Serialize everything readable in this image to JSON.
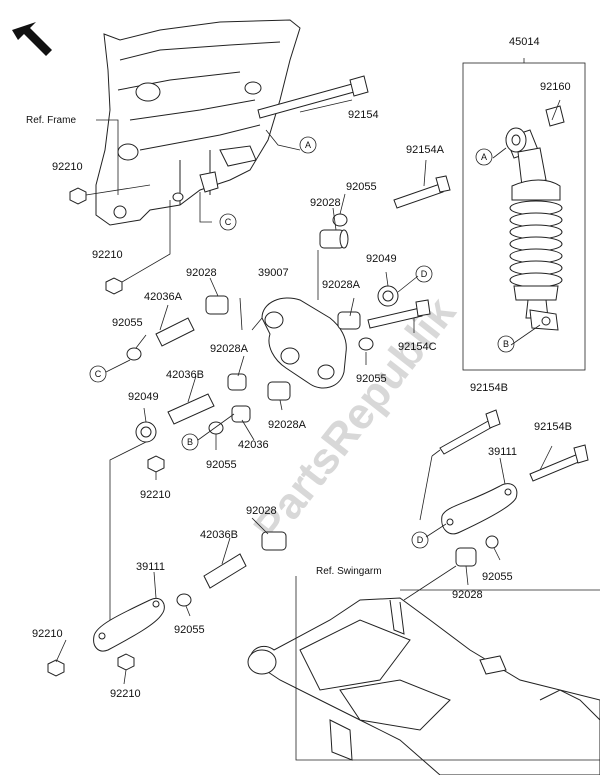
{
  "watermark": "PartsRepublik",
  "refs": {
    "frame": "Ref. Frame",
    "swingarm": "Ref. Swingarm"
  },
  "parts": {
    "p45014": "45014",
    "p92160": "92160",
    "p92154_top": "92154",
    "p92154A": "92154A",
    "p92210_a": "92210",
    "p92210_b": "92210",
    "p92210_c": "92210",
    "p92210_d": "92210",
    "p92210_e": "92210",
    "p92055_a": "92055",
    "p92055_b": "92055",
    "p92055_c": "92055",
    "p92055_d": "92055",
    "p92055_e": "92055",
    "p92055_f": "92055",
    "p92028_a": "92028",
    "p92028_b": "92028",
    "p92028_c": "92028",
    "p92028_d": "92028",
    "p39007": "39007",
    "p92049_a": "92049",
    "p92049_b": "92049",
    "p92028A_a": "92028A",
    "p92028A_b": "92028A",
    "p92028A_c": "92028A",
    "p42036A": "42036A",
    "p42036B_a": "42036B",
    "p42036B_b": "42036B",
    "p42036": "42036",
    "p92154C": "92154C",
    "p92154B_a": "92154B",
    "p92154B_b": "92154B",
    "p39111_a": "39111",
    "p39111_b": "39111"
  },
  "callouts": {
    "A": "A",
    "B": "B",
    "C": "C",
    "D": "D"
  }
}
